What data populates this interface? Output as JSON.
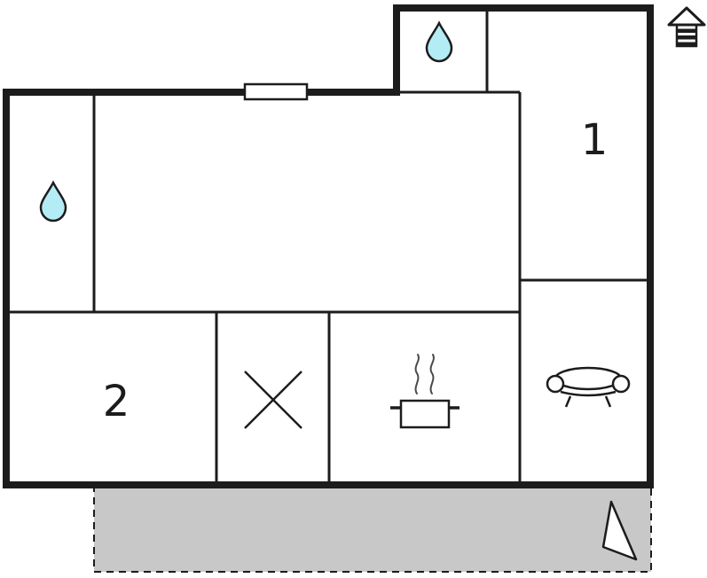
{
  "floorplan": {
    "title": "floor-plan",
    "room1_label": "1",
    "room2_label": "2"
  },
  "colors": {
    "background": "#ffffff",
    "wall": "#1c1c1c",
    "water_drop_fill": "#b4ecf5",
    "terrace_fill": "#c8c8c8",
    "steam": "#4a4a4a",
    "icon_fill": "#ffffff"
  },
  "icons": {
    "water_drop_top": "water-drop-icon",
    "water_drop_left": "water-drop-icon",
    "stove": "pot-with-steam-icon",
    "sofa": "sofa-icon",
    "cross": "diagonal-cross-icon",
    "window": "window-icon",
    "house": "house-logo-icon",
    "terrace_arrow": "entrance-arrow-icon"
  }
}
